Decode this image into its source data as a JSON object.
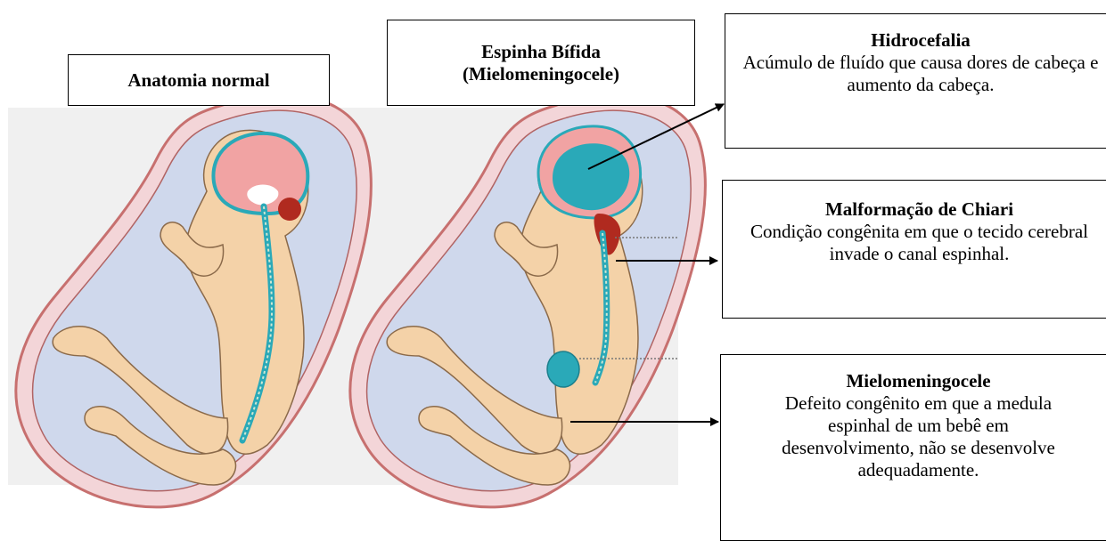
{
  "titles": {
    "normal": "Anatomia normal",
    "spina_line1": "Espinha Bífida",
    "spina_line2": "(Mielomeningocele)"
  },
  "callouts": {
    "hydro": {
      "title": "Hidrocefalia",
      "text": "Acúmulo de fluído que causa dores de cabeça e aumento da cabeça."
    },
    "chiari": {
      "title": "Malformação de Chiari",
      "text": "Condição congênita em que o tecido cerebral invade o canal espinhal."
    },
    "myelo": {
      "title": "Mielomeningocele",
      "text": "Defeito congênito em que a medula espinhal de um bebê em desenvolvimento, não se desenvolve adequadamente."
    }
  },
  "colors": {
    "uterus_outer": "#f3d5d8",
    "uterus_wall": "#c7706f",
    "amniotic": "#cfd8ec",
    "skin": "#f4d2a8",
    "skin_outline": "#8b6a4a",
    "brain": "#f1a3a3",
    "csf": "#2aa9b8",
    "cerebellum": "#b02a1f"
  }
}
